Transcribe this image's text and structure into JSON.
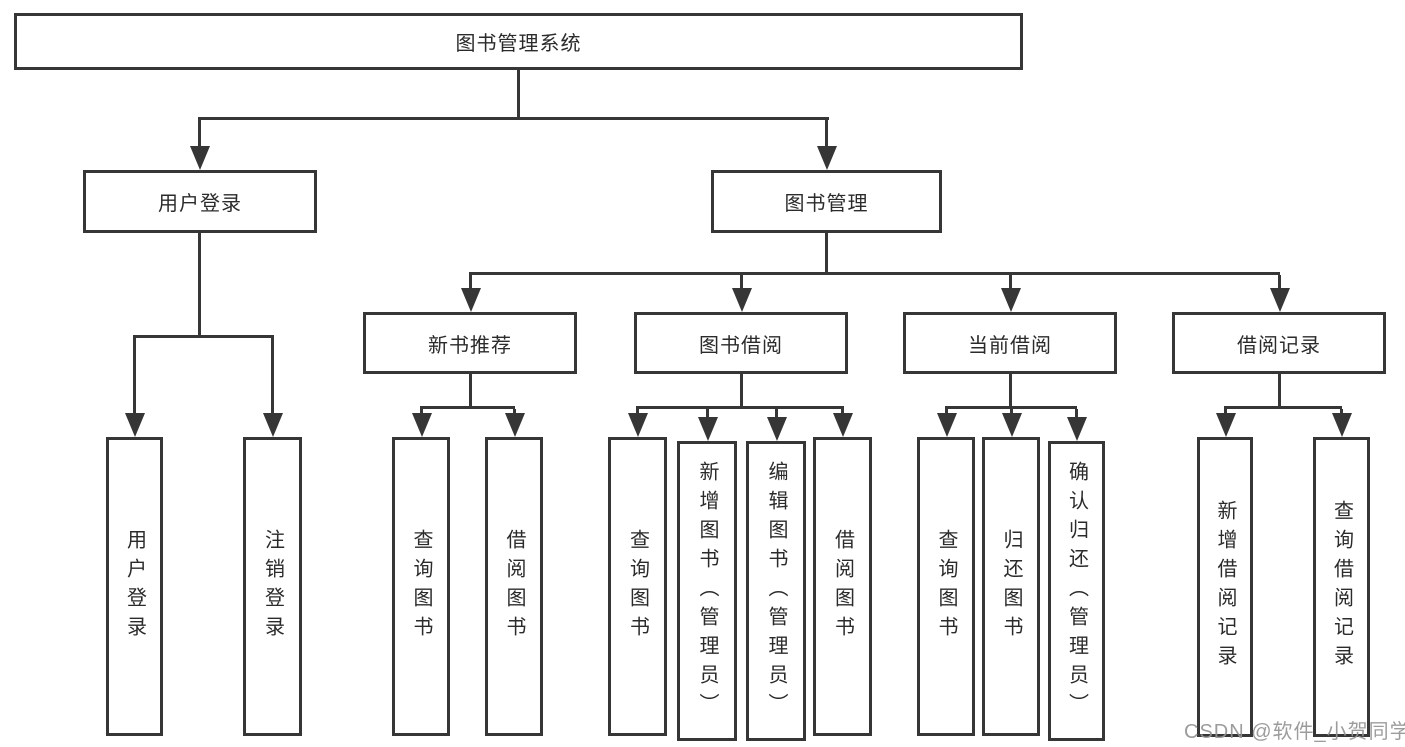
{
  "tree": {
    "root": {
      "label": "图书管理系统"
    },
    "branches": [
      {
        "label": "用户登录",
        "children": [
          {
            "label": "用户登录"
          },
          {
            "label": "注销登录"
          }
        ]
      },
      {
        "label": "图书管理",
        "children": [
          {
            "label": "新书推荐",
            "children": [
              {
                "label": "查询图书"
              },
              {
                "label": "借阅图书"
              }
            ]
          },
          {
            "label": "图书借阅",
            "children": [
              {
                "label": "查询图书"
              },
              {
                "label": "新增图书（管理员）"
              },
              {
                "label": "编辑图书（管理员）"
              },
              {
                "label": "借阅图书"
              }
            ]
          },
          {
            "label": "当前借阅",
            "children": [
              {
                "label": "查询图书"
              },
              {
                "label": "归还图书"
              },
              {
                "label": "确认归还（管理员）"
              }
            ]
          },
          {
            "label": "借阅记录",
            "children": [
              {
                "label": "新增借阅记录"
              },
              {
                "label": "查询借阅记录"
              }
            ]
          }
        ]
      }
    ]
  },
  "watermark": {
    "text": "CSDN @软件_小贺同学"
  },
  "colors": {
    "line": "#363636",
    "text": "#2b2b2b",
    "watermark": "#949494",
    "background": "#ffffff"
  }
}
